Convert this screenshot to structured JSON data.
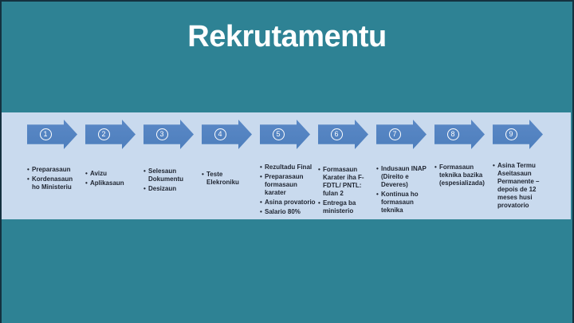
{
  "slide": {
    "title": "Rekrutamentu"
  },
  "colors": {
    "background": "#2E8294",
    "edge": "#14313F",
    "band": "#C9DAEE",
    "arrow": "#4E7FBD",
    "arrowLight": "#5A88C6",
    "titleText": "#FFFFFF",
    "stepNumber": "#FFFFFF",
    "bulletText": "#1E2430"
  },
  "steps": [
    {
      "number": "1",
      "bullets": [
        "Preparasaun",
        "Kordenasaun\nho Ministeriu"
      ]
    },
    {
      "number": "2",
      "bullets": [
        "Avizu",
        "Aplikasaun"
      ]
    },
    {
      "number": "3",
      "bullets": [
        "Selesaun\nDokumentu",
        "Desizaun"
      ]
    },
    {
      "number": "4",
      "bullets": [
        "Teste\nElekroniku"
      ]
    },
    {
      "number": "5",
      "bullets": [
        "Rezultadu Final",
        "Preparasaun\nformasaun\nkarater",
        "Asina provatorio",
        "Salario 80%"
      ]
    },
    {
      "number": "6",
      "bullets": [
        "Formasaun\nKarater iha F-\nFDTL/ PNTL:\nfulan 2",
        "Entrega ba\nministerio"
      ]
    },
    {
      "number": "7",
      "bullets": [
        "Indusaun INAP\n(Direito e\nDeveres)",
        "Kontinua ho\nformasaun\nteknika"
      ]
    },
    {
      "number": "8",
      "bullets": [
        "Formasaun\nteknika bazika\n(espesializada)"
      ]
    },
    {
      "number": "9",
      "bullets": [
        "Asina Termu\nAseitasaun\nPermanente –\ndepois de 12\nmeses husi\nprovatorio"
      ]
    }
  ]
}
